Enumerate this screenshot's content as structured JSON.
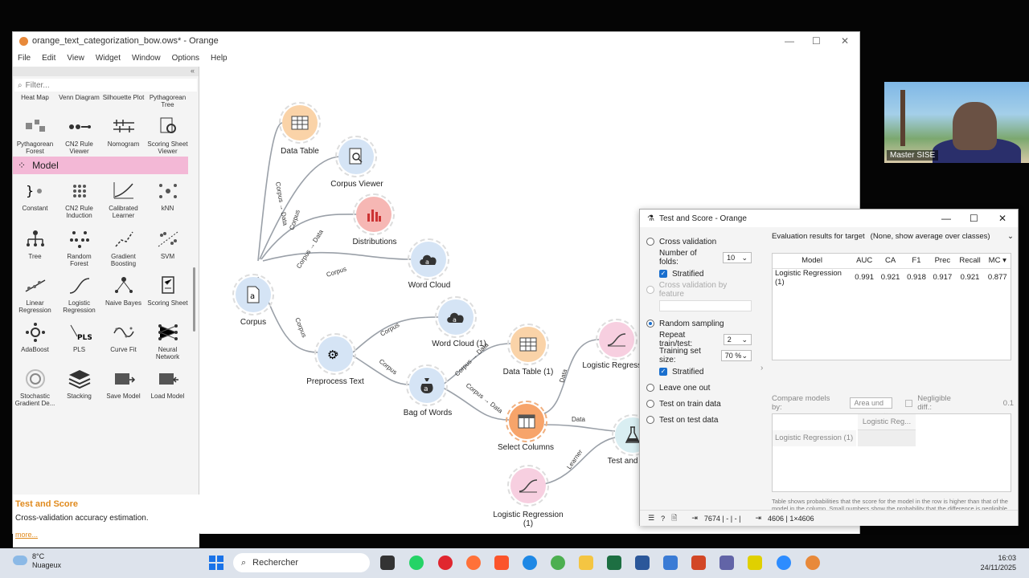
{
  "window": {
    "title": "orange_text_categorization_bow.ows* - Orange",
    "menu": [
      "File",
      "Edit",
      "View",
      "Widget",
      "Window",
      "Options",
      "Help"
    ]
  },
  "left_panel": {
    "filter_placeholder": "Filter...",
    "top_row": [
      "Heat Map",
      "Venn Diagram",
      "Silhouette Plot",
      "Pythagorean Tree"
    ],
    "viz_row": [
      "Pythagorean Forest",
      "CN2 Rule Viewer",
      "Nomogram",
      "Scoring Sheet Viewer"
    ],
    "model_category": "Model",
    "model_rows": [
      [
        "Constant",
        "CN2 Rule Induction",
        "Calibrated Learner",
        "kNN"
      ],
      [
        "Tree",
        "Random Forest",
        "Gradient Boosting",
        "SVM"
      ],
      [
        "Linear Regression",
        "Logistic Regression",
        "Naive Bayes",
        "Scoring Sheet"
      ],
      [
        "AdaBoost",
        "PLS",
        "Curve Fit",
        "Neural Network"
      ],
      [
        "Stochastic Gradient De...",
        "Stacking",
        "Save Model",
        "Load Model"
      ]
    ],
    "info_title": "Test and Score",
    "info_desc": "Cross-validation accuracy estimation.",
    "info_more": "more..."
  },
  "canvas": {
    "nodes": {
      "data_table": "Data Table",
      "corpus_viewer": "Corpus Viewer",
      "distributions": "Distributions",
      "word_cloud": "Word Cloud",
      "corpus": "Corpus",
      "preprocess": "Preprocess Text",
      "word_cloud1": "Word Cloud (1)",
      "bag_of_words": "Bag of Words",
      "data_table1": "Data Table (1)",
      "select_columns": "Select Columns",
      "logreg": "Logistic Regression",
      "logreg1": "Logistic Regression (1)",
      "test_score": "Test and Score"
    },
    "links": {
      "corpus_data": "Corpus → Data",
      "corpus": "Corpus",
      "data": "Data",
      "learner": "Learner"
    }
  },
  "test_score": {
    "title": "Test and Score - Orange",
    "cross_validation": "Cross validation",
    "folds_label": "Number of folds:",
    "folds_value": "10",
    "stratified": "Stratified",
    "cv_by_feature": "Cross validation by feature",
    "random_sampling": "Random sampling",
    "repeat_label": "Repeat train/test:",
    "repeat_value": "2",
    "train_size_label": "Training set size:",
    "train_size_value": "70 %",
    "leave_one_out": "Leave one out",
    "test_on_train": "Test on train data",
    "test_on_test": "Test on test data",
    "eval_label": "Evaluation results for target",
    "eval_target": "(None, show average over classes)",
    "columns": [
      "Model",
      "AUC",
      "CA",
      "F1",
      "Prec",
      "Recall",
      "MC"
    ],
    "rows": [
      [
        "Logistic Regression (1)",
        "0.991",
        "0.921",
        "0.918",
        "0.917",
        "0.921",
        "0.877"
      ]
    ],
    "compare_label": "Compare models by:",
    "compare_value": "Area und",
    "negligible_label": "Negligible diff.:",
    "negligible_value": "0.1",
    "compare_col": "Logistic Reg...",
    "compare_row": "Logistic Regression (1)",
    "note": "Table shows probabilities that the score for the model in the row is higher than that of the model in the column. Small numbers show the probability that the difference is negligible.",
    "status_in": "7674 | - | - |",
    "status_out": "4606 | 1×4606"
  },
  "webcam": {
    "caption": "Master SISE"
  },
  "taskbar": {
    "temp": "8°C",
    "weather": "Nuageux",
    "search": "Rechercher",
    "time": "16:03",
    "date": "24/11/2025"
  }
}
